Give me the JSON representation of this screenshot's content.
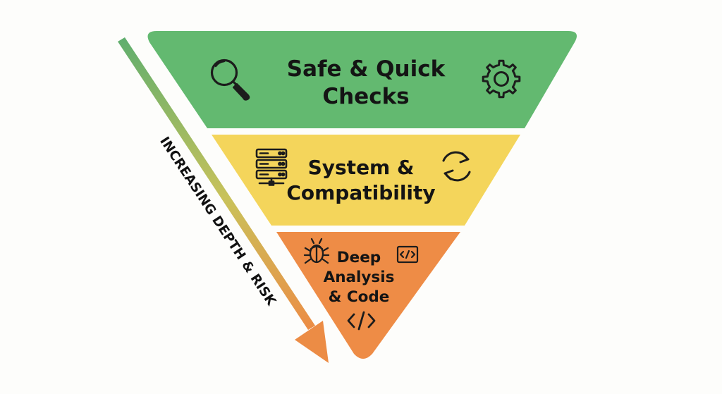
{
  "diagram": {
    "arrow": {
      "label": "INCREASING DEPTH & RISK",
      "color_start": "#5fae6e",
      "color_mid": "#c9c25a",
      "color_end": "#ec8c45"
    },
    "tiers": [
      {
        "line1": "Safe & Quick",
        "line2": "Checks",
        "color": "#63b970",
        "icons": [
          "magnifier-icon",
          "gear-icon"
        ]
      },
      {
        "line1": "System &",
        "line2": "Compatibility",
        "color": "#f4d55b",
        "icons": [
          "server-stack-icon",
          "sync-arrows-icon"
        ]
      },
      {
        "line1": "Deep",
        "line2": "Analysis",
        "line3": "& Code",
        "color": "#ee8c46",
        "icons": [
          "bug-icon",
          "code-window-icon",
          "code-brackets-icon"
        ]
      }
    ]
  }
}
